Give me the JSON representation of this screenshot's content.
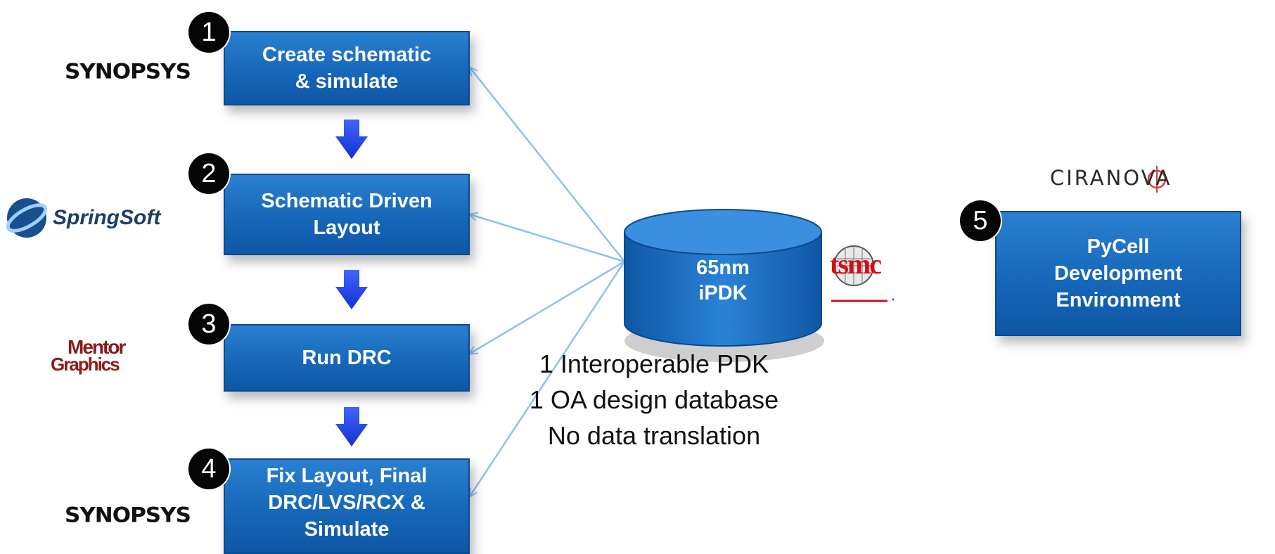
{
  "steps": [
    {
      "number": "1",
      "lines": [
        "Create schematic",
        "& simulate"
      ]
    },
    {
      "number": "2",
      "lines": [
        "Schematic Driven",
        "Layout"
      ]
    },
    {
      "number": "3",
      "lines": [
        "Run DRC"
      ]
    },
    {
      "number": "4",
      "lines": [
        "Fix Layout, Final",
        "DRC/LVS/RCX &",
        "Simulate"
      ]
    },
    {
      "number": "5",
      "lines": [
        "PyCell",
        "Development",
        "Environment"
      ]
    }
  ],
  "logos": {
    "synopsys_1": "SYNOPSYS",
    "springsoft": "SpringSoft",
    "mentor_line1": "Mentor",
    "mentor_line2": "Graphics",
    "synopsys_2": "SYNOPSYS",
    "ciranova": "CIRANOVA",
    "tsmc": "tsmc"
  },
  "database": {
    "line1": "65nm",
    "line2": "iPDK"
  },
  "caption": [
    "1 Interoperable PDK",
    "1 OA design database",
    "No data translation"
  ],
  "colors": {
    "box_fill": "#1565b8",
    "box_border": "#0b4a8e",
    "flow_arrow": "#1f3fe0",
    "link_arrow": "#8fc0f0",
    "badge": "#050505",
    "tsmc_red": "#d01016",
    "mentor_red": "#8a1a1a"
  },
  "icons": [
    "flow-down-arrow-icon",
    "link-arrow-icon",
    "database-cylinder-icon",
    "numbered-badge-icon",
    "springsoft-globe-icon",
    "tsmc-wafer-icon"
  ]
}
